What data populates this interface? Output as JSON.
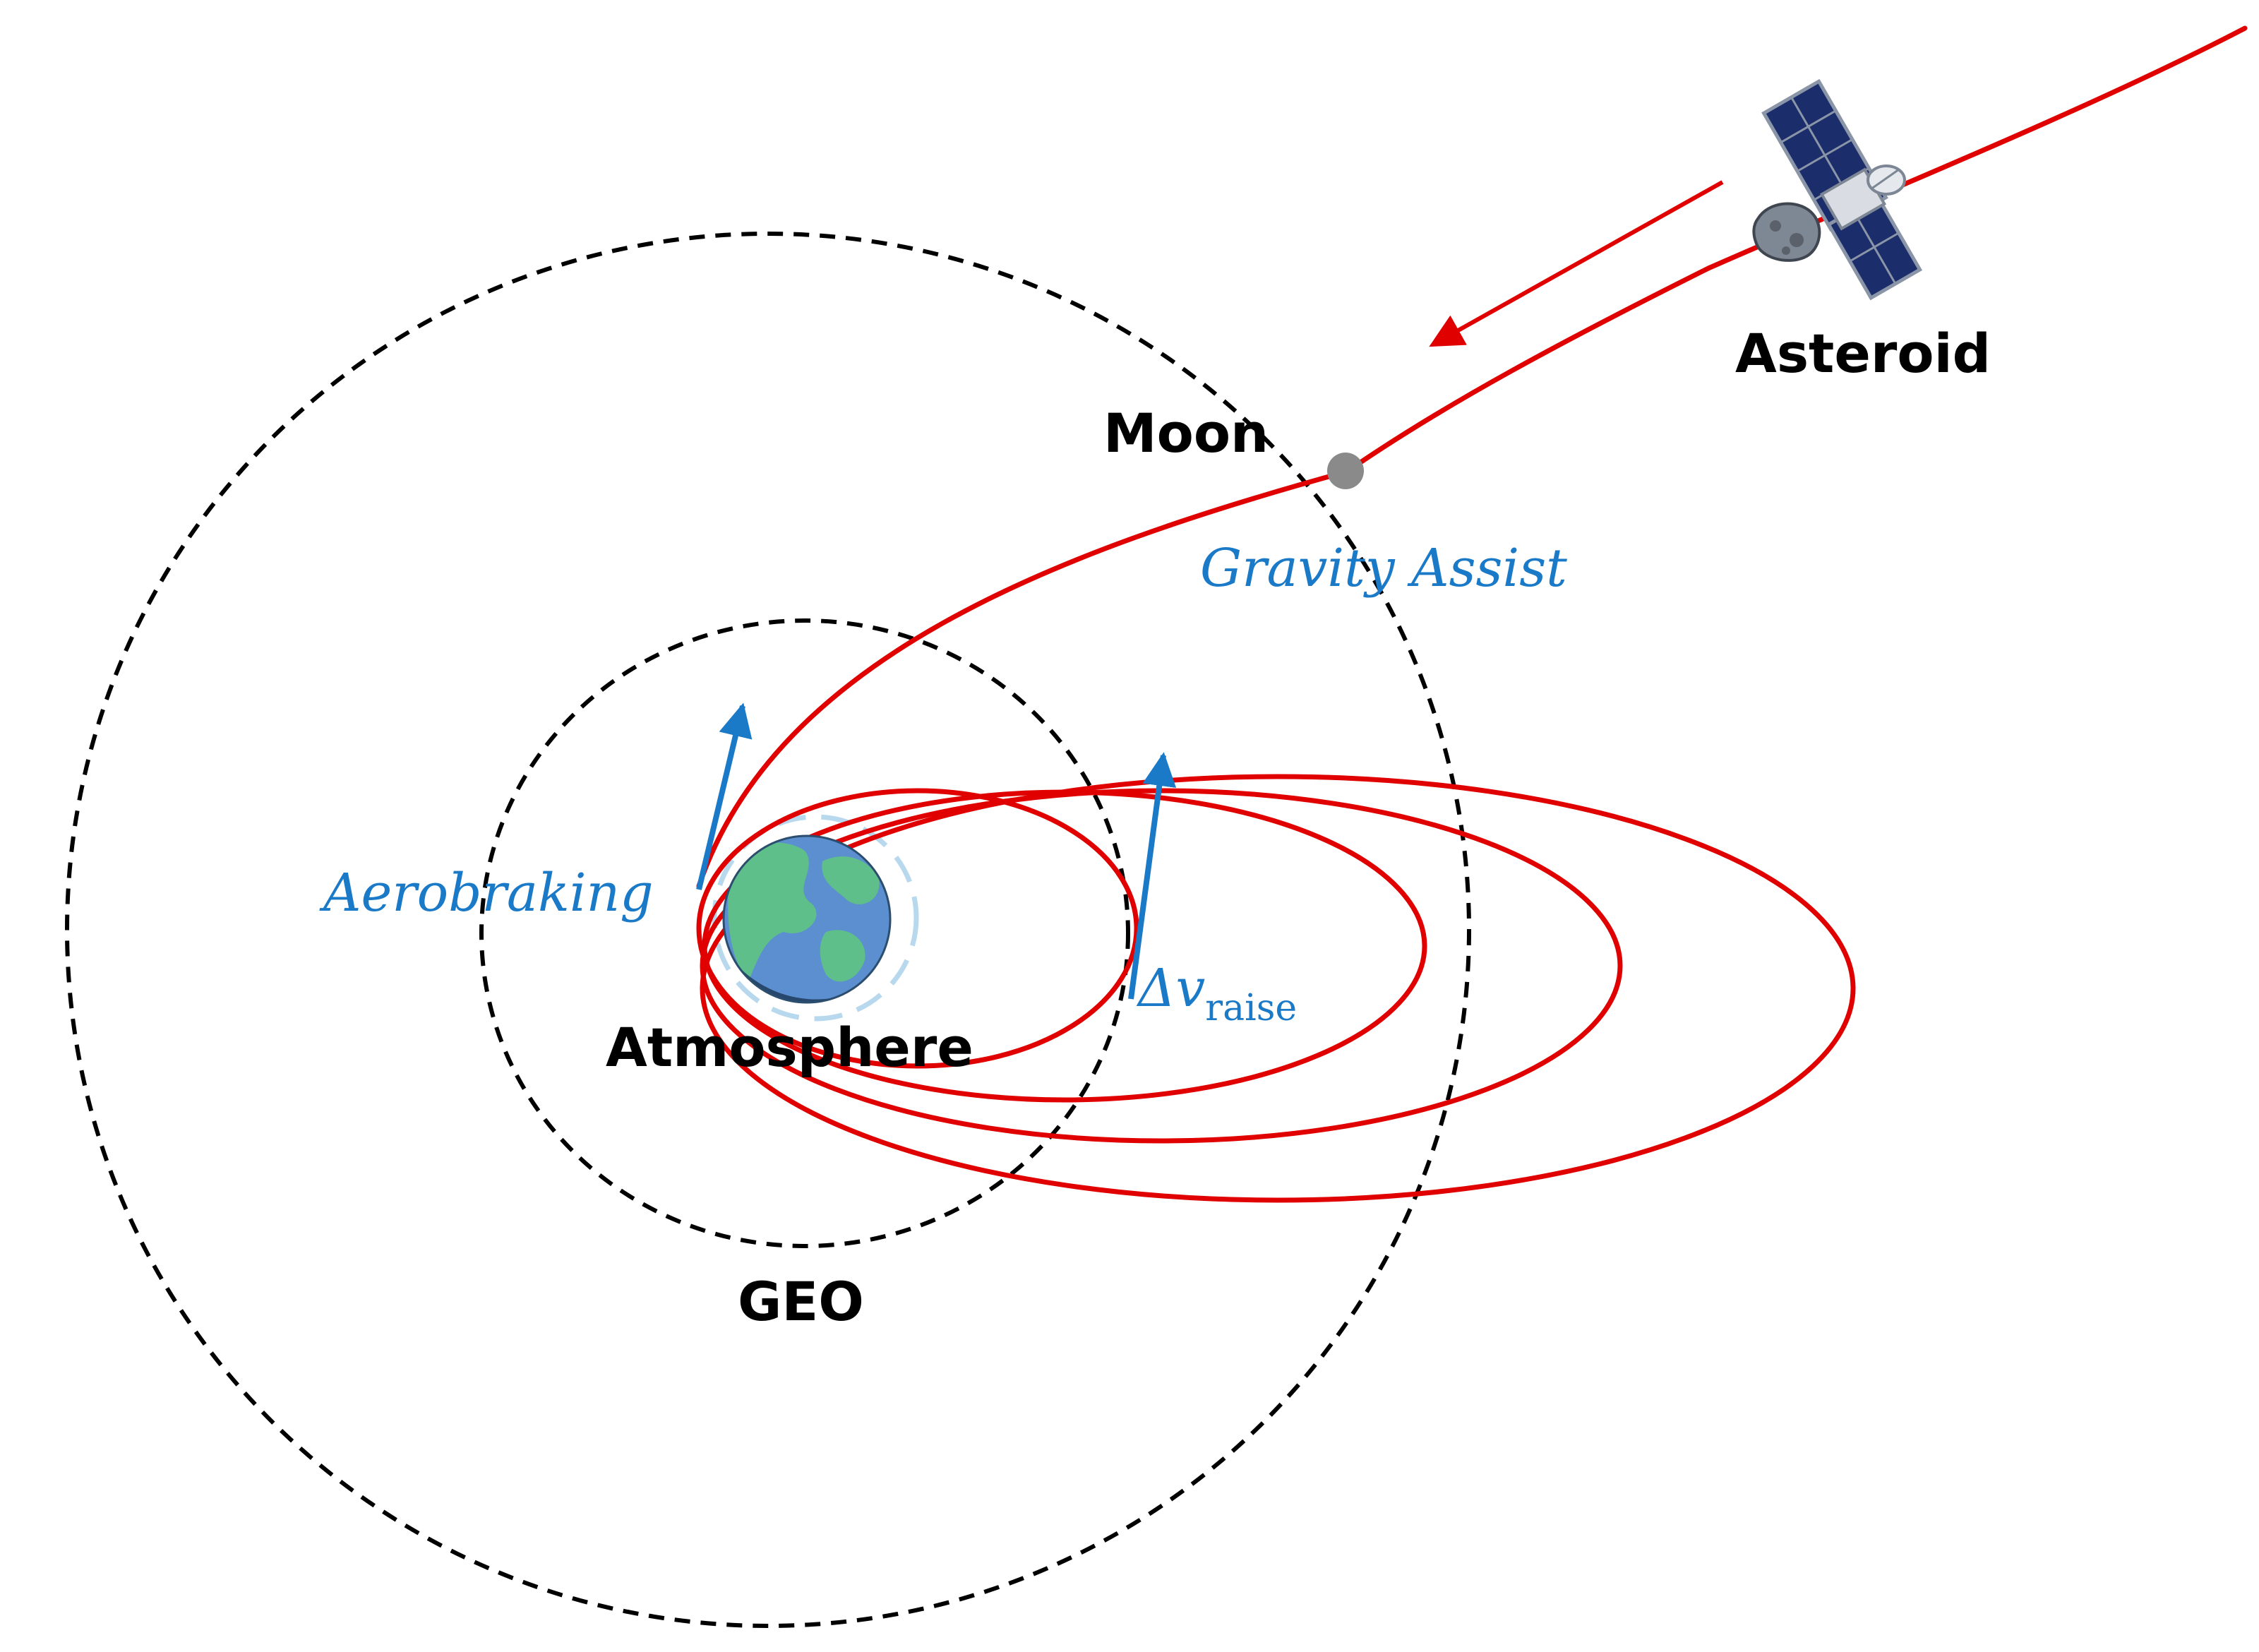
{
  "labels": {
    "asteroid": "Asteroid",
    "moon": "Moon",
    "gravity_assist": "Gravity Assist",
    "aerobraking": "Aerobraking",
    "atmosphere": "Atmosphere",
    "geo": "GEO",
    "delta_v_main": "Δv",
    "delta_v_sub": "raise"
  },
  "colors": {
    "trajectory": "#e00000",
    "annotation": "#1a7ac8",
    "orbit": "#000000",
    "moon": "#8a8a8a",
    "earth_ocean": "#5b8fd0",
    "earth_land": "#5fbf8a"
  },
  "icons": {
    "satellite": "satellite-icon",
    "asteroid": "asteroid-icon",
    "earth": "earth-icon",
    "moon": "moon-icon"
  }
}
